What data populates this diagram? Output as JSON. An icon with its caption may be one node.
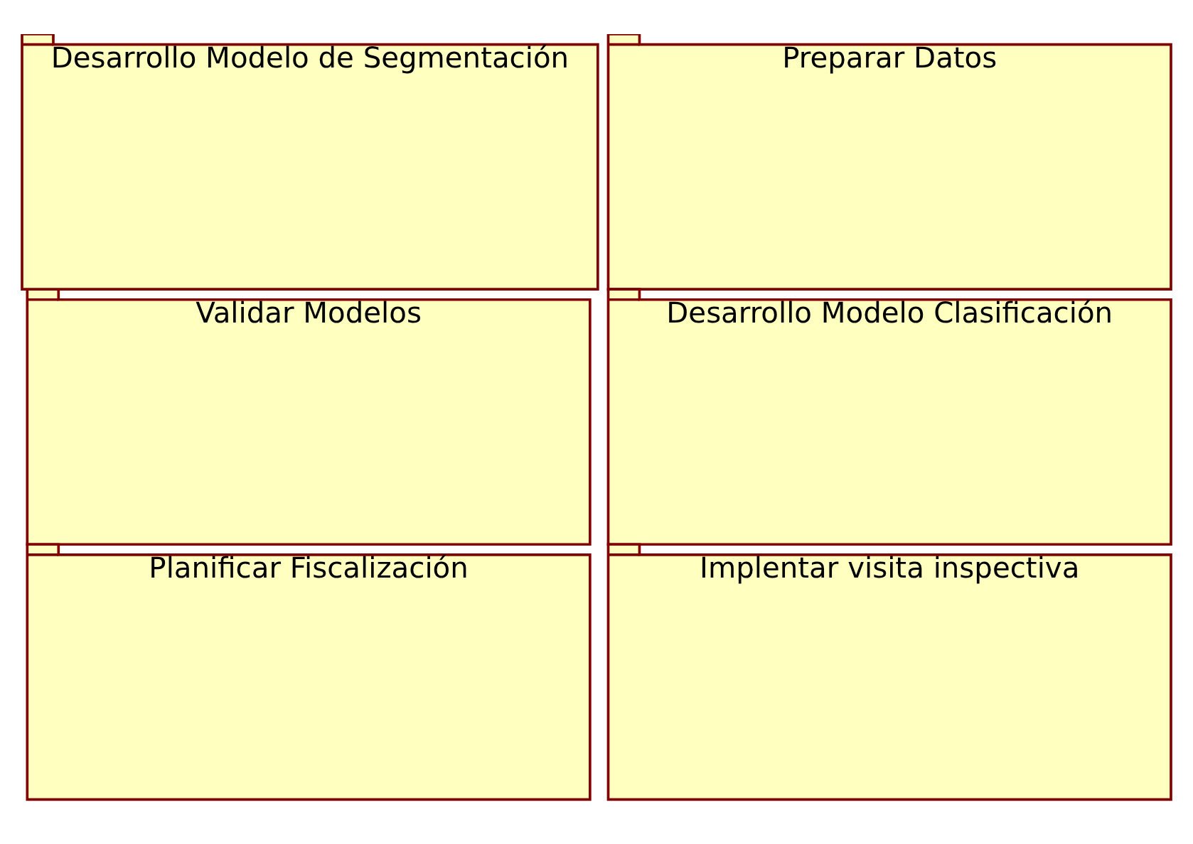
{
  "diagram": {
    "nodes": [
      {
        "text": [
          "Preparar Datos"
        ]
      },
      {
        "text": [
          "Validar Modelos"
        ]
      },
      {
        "text": [
          "Desarrollo Modelo de Segmentación"
        ]
      },
      {
        "text": [
          "Desarrollo Modelo Clasificación"
        ]
      },
      {
        "text": [
          "Planificar Fiscalización"
        ]
      },
      {
        "text": [
          "Implentar visita inspectiva"
        ]
      }
    ]
  }
}
